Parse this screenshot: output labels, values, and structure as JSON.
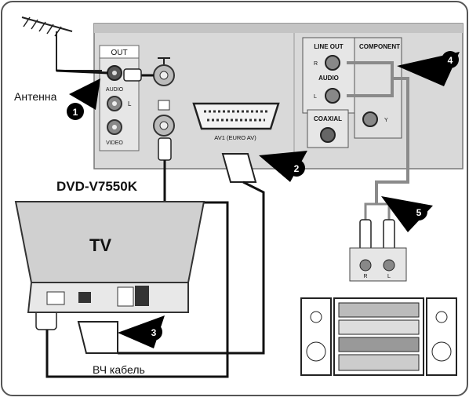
{
  "labels": {
    "antenna": "Антенна",
    "model": "DVD-V7550K",
    "tv": "TV",
    "rf_cable": "ВЧ кабель"
  },
  "panel_labels": {
    "out": "OUT",
    "audio_left": "AUDIO",
    "audio_l": "L",
    "video": "VIDEO",
    "av1": "AV1 (EURO AV)",
    "line_out": "LINE OUT",
    "component": "COMPONENT",
    "audio_right": "AUDIO",
    "r": "R",
    "l": "L",
    "coaxial": "COAXIAL",
    "y": "Y",
    "amp_r": "R",
    "amp_l": "L"
  },
  "callouts": [
    "1",
    "2",
    "3",
    "4",
    "5"
  ],
  "colors": {
    "panel": "#d9d9d9",
    "tv_body": "#cfcfcf",
    "cable": "#111111",
    "audio_cable": "#8a8a8a",
    "arrow": "#000000"
  }
}
